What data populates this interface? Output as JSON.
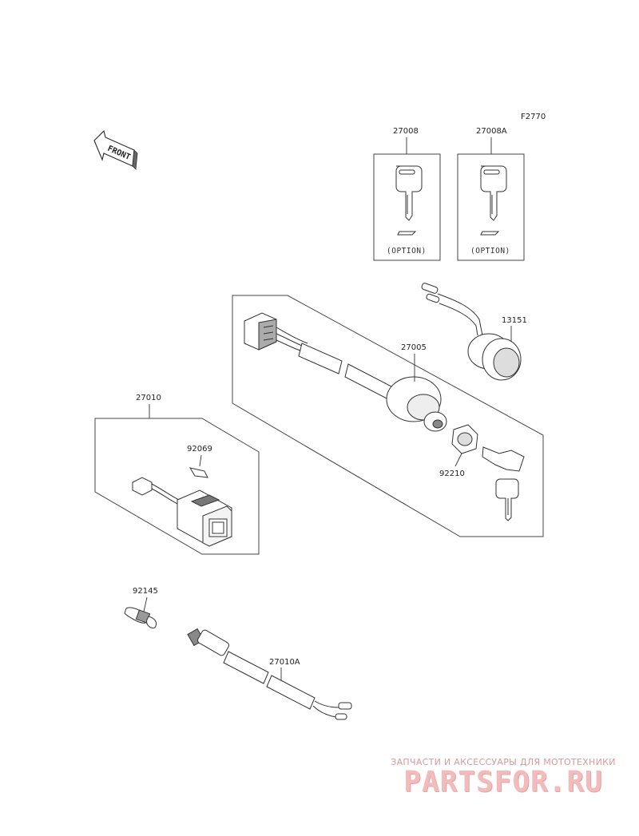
{
  "figure_code": "F2770",
  "front_marker": "FRONT",
  "parts": {
    "key_27008": "27008",
    "key_27008a": "27008A",
    "ignition_switch": "27005",
    "socket_13151": "13151",
    "nut_92210": "92210",
    "switch_27010": "27010",
    "bulb_92069": "92069",
    "bulb_92145": "92145",
    "socket_27010a": "27010A"
  },
  "option_label": "(OPTION)",
  "watermark": {
    "caption": "ЗАПЧАСТИ И АКСЕССУАРЫ ДЛЯ МОТОТЕХНИКИ",
    "logo": "PARTSFOR.RU"
  },
  "colors": {
    "line": "#333333",
    "watermark": "#f2bcbc"
  }
}
